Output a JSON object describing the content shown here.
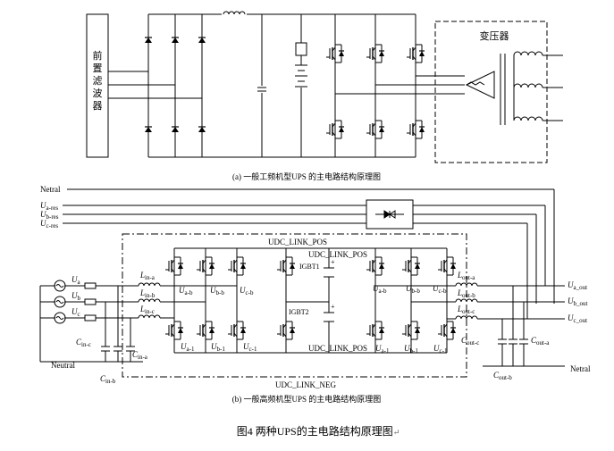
{
  "top": {
    "filter_label": [
      "前",
      "置",
      "滤",
      "波",
      "器"
    ],
    "transformer_label": "变压器",
    "caption": "(a) 一般工频机型UPS 的主电路结构原理图"
  },
  "bottom": {
    "netral_top": "Netral",
    "bypass": [
      {
        "main": "U",
        "sub": "a-res"
      },
      {
        "main": "U",
        "sub": "b-res"
      },
      {
        "main": "U",
        "sub": "c-res"
      }
    ],
    "sources": [
      {
        "main": "U",
        "sub": "a"
      },
      {
        "main": "U",
        "sub": "b"
      },
      {
        "main": "U",
        "sub": "c"
      }
    ],
    "lin": [
      {
        "main": "L",
        "sub": "in-a"
      },
      {
        "main": "L",
        "sub": "in-b"
      },
      {
        "main": "L",
        "sub": "in-c"
      }
    ],
    "cin": [
      {
        "main": "C",
        "sub": "in-c"
      },
      {
        "main": "C",
        "sub": "in-a"
      },
      {
        "main": "C",
        "sub": "in-b"
      }
    ],
    "neutral_left": "Neutral",
    "udc_link_pos_1": "UDC_LINK_POS",
    "udc_link_pos_2": "UDC_LINK_POS",
    "udc_link_pos_3": "UDC_LINK_POS",
    "udc_link_neg": "UDC_LINK_NEG",
    "igbt1": "IGBT1",
    "igbt2": "IGBT2",
    "rect_top": [
      {
        "main": "U",
        "sub": "a-b"
      },
      {
        "main": "U",
        "sub": "b-b"
      },
      {
        "main": "U",
        "sub": "c-b"
      }
    ],
    "rect_bot": [
      {
        "main": "U",
        "sub": "a-1"
      },
      {
        "main": "U",
        "sub": "b-1"
      },
      {
        "main": "U",
        "sub": "c-1"
      }
    ],
    "inv_top": [
      {
        "main": "U",
        "sub": "a-b"
      },
      {
        "main": "U",
        "sub": "b-b"
      },
      {
        "main": "U",
        "sub": "c-b"
      }
    ],
    "inv_bot": [
      {
        "main": "U",
        "sub": "a-1"
      },
      {
        "main": "U",
        "sub": "b-1"
      },
      {
        "main": "U",
        "sub": "c-1"
      }
    ],
    "lout": [
      {
        "main": "L",
        "sub": "out-a"
      },
      {
        "main": "L",
        "sub": "out-b"
      },
      {
        "main": "L",
        "sub": "out-c"
      }
    ],
    "cout": [
      {
        "main": "C",
        "sub": "out-c"
      },
      {
        "main": "C",
        "sub": "out-a"
      },
      {
        "main": "C",
        "sub": "out-b"
      }
    ],
    "outputs": [
      {
        "main": "U",
        "sub": "a_out"
      },
      {
        "main": "U",
        "sub": "b_out"
      },
      {
        "main": "U",
        "sub": "c_out"
      }
    ],
    "netral_right": "Netral",
    "caption": "(b) 一般高频机型UPS 的主电路结构原理图"
  },
  "figure_title": "图4   两种UPS的主电路结构原理图",
  "return_mark": "↵"
}
